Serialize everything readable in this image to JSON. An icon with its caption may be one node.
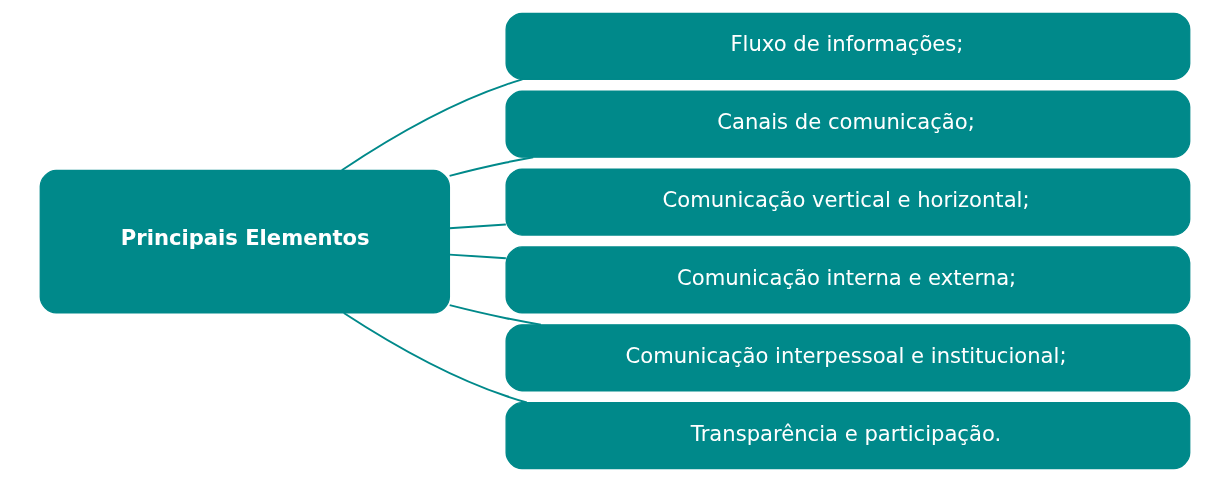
{
  "diagram": {
    "nodes": [
      {
        "text": [
          "Principais Elementos"
        ]
      },
      {
        "text": [
          "Fluxo de informações;"
        ]
      },
      {
        "text": [
          "Canais de comunicação;"
        ]
      },
      {
        "text": [
          "Comunicação vertical e horizontal;"
        ]
      },
      {
        "text": [
          "Comunicação interna e externa;"
        ]
      },
      {
        "text": [
          "Comunicação interpessoal e institucional;"
        ]
      },
      {
        "text": [
          "Transparência e participação."
        ]
      }
    ],
    "edges": [
      {
        "from": 0,
        "to": 1,
        "arrow": "none"
      },
      {
        "from": 0,
        "to": 2,
        "arrow": "none"
      },
      {
        "from": 0,
        "to": 3,
        "arrow": "none"
      },
      {
        "from": 0,
        "to": 4,
        "arrow": "none"
      },
      {
        "from": 0,
        "to": 5,
        "arrow": "none"
      },
      {
        "from": 0,
        "to": 6,
        "arrow": "none"
      }
    ]
  }
}
